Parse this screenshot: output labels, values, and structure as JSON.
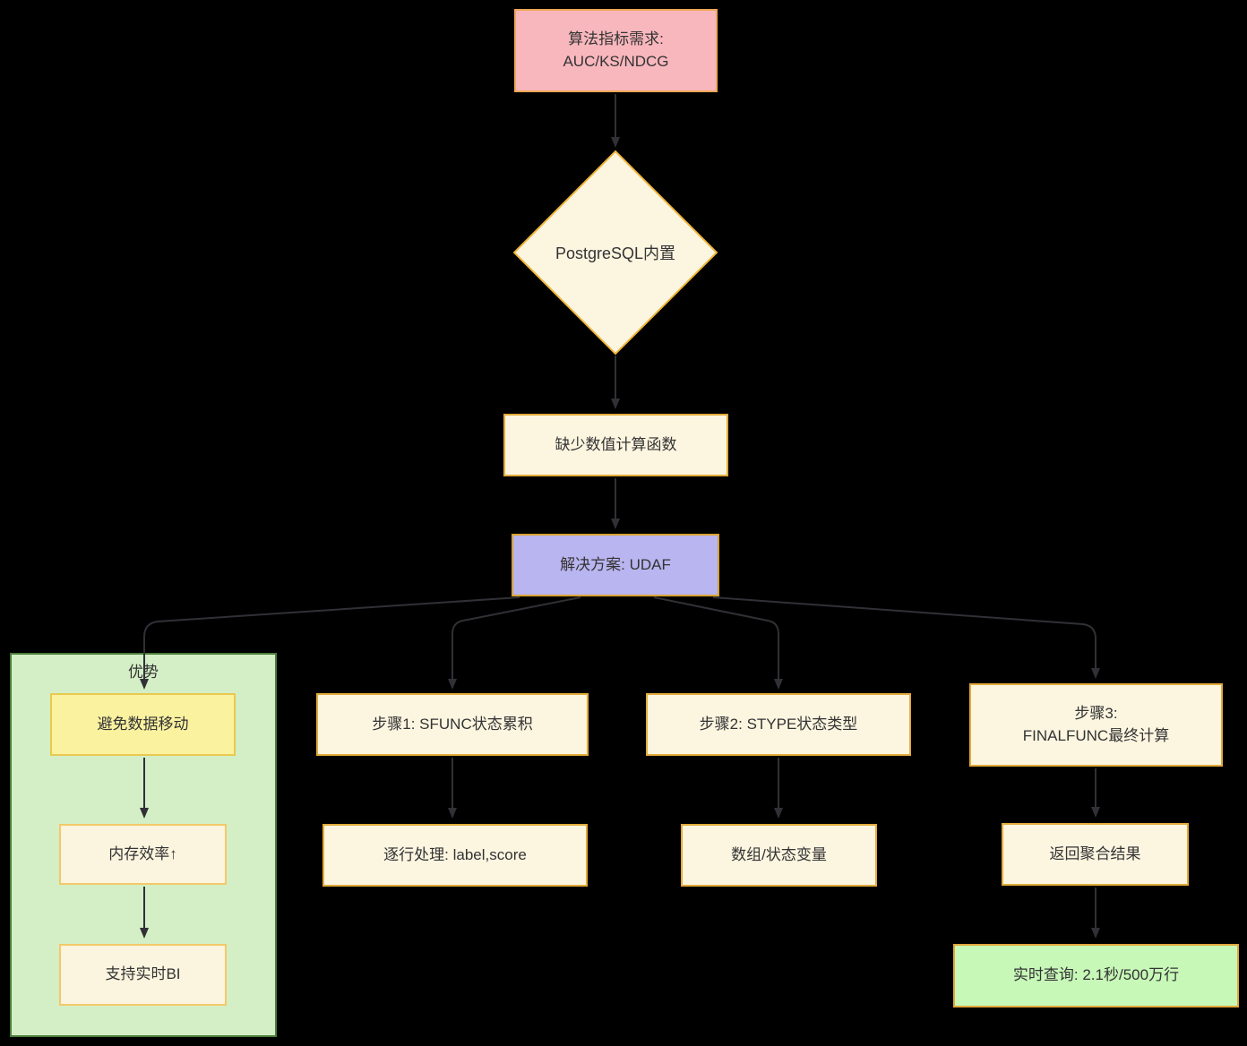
{
  "diagram": {
    "type": "flowchart",
    "background": "#000000",
    "nodes": {
      "req": {
        "label": "算法指标需求:\nAUC/KS/NDCG",
        "shape": "rect",
        "fill": "#f8b7bd"
      },
      "builtin": {
        "label": "PostgreSQL内置",
        "shape": "diamond",
        "fill": "#fcf5e0"
      },
      "lack": {
        "label": "缺少数值计算函数",
        "shape": "rect",
        "fill": "#fcf5e0"
      },
      "udaf": {
        "label": "解决方案: UDAF",
        "shape": "rect",
        "fill": "#b9b5f0"
      },
      "adv1": {
        "label": "避免数据移动",
        "shape": "rect",
        "fill": "#fbf2a0"
      },
      "adv2": {
        "label": "内存效率↑",
        "shape": "rect",
        "fill": "#fbf4de"
      },
      "adv3": {
        "label": "支持实时BI",
        "shape": "rect",
        "fill": "#fbf4de"
      },
      "step1": {
        "label": "步骤1: SFUNC状态累积",
        "shape": "rect",
        "fill": "#fcf5e0"
      },
      "step1d": {
        "label": "逐行处理: label,score",
        "shape": "rect",
        "fill": "#fcf5e0"
      },
      "step2": {
        "label": "步骤2: STYPE状态类型",
        "shape": "rect",
        "fill": "#fcf5e0"
      },
      "step2d": {
        "label": "数组/状态变量",
        "shape": "rect",
        "fill": "#fcf5e0"
      },
      "step3": {
        "label": "步骤3:\nFINALFUNC最终计算",
        "shape": "rect",
        "fill": "#fcf5e0"
      },
      "step3d": {
        "label": "返回聚合结果",
        "shape": "rect",
        "fill": "#fcf5e0"
      },
      "result": {
        "label": "实时查询: 2.1秒/500万行",
        "shape": "rect",
        "fill": "#c7f8b8"
      }
    },
    "subgraph": {
      "label": "优势",
      "fill": "#d4eec6",
      "border": "#4a7d38",
      "contains": [
        "adv1",
        "adv2",
        "adv3"
      ]
    },
    "edges": [
      {
        "from": "req",
        "to": "builtin"
      },
      {
        "from": "builtin",
        "to": "lack"
      },
      {
        "from": "lack",
        "to": "udaf"
      },
      {
        "from": "udaf",
        "to": "adv1"
      },
      {
        "from": "udaf",
        "to": "step1"
      },
      {
        "from": "udaf",
        "to": "step2"
      },
      {
        "from": "udaf",
        "to": "step3"
      },
      {
        "from": "adv1",
        "to": "adv2"
      },
      {
        "from": "adv2",
        "to": "adv3"
      },
      {
        "from": "step1",
        "to": "step1d"
      },
      {
        "from": "step2",
        "to": "step2d"
      },
      {
        "from": "step3",
        "to": "step3d"
      },
      {
        "from": "step3d",
        "to": "result"
      }
    ],
    "colors": {
      "node_border_gold": "#e2ab3a",
      "pink_fill": "#f8b7bd",
      "purple_fill": "#b9b5f0",
      "cream_fill": "#fcf5e0",
      "yellow_fill": "#fbf2a0",
      "subgraph_green_fill": "#d4eec6",
      "subgraph_green_border": "#4a7d38",
      "result_green_fill": "#c7f8b8",
      "edge_color": "#303036",
      "text_color": "#333333"
    }
  }
}
